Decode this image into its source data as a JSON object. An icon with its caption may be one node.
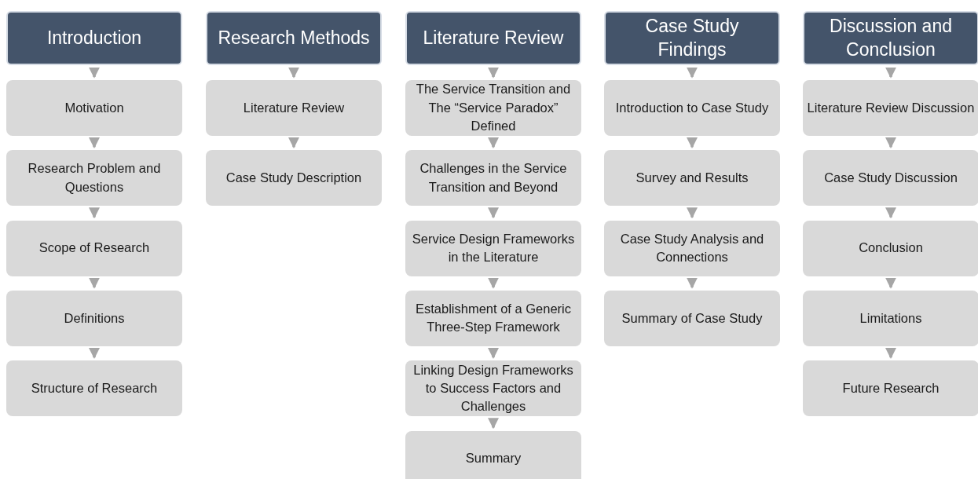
{
  "diagram": {
    "nodes": [
      {
        "text": [
          "Introduction"
        ]
      },
      {
        "text": [
          "Motivation"
        ]
      },
      {
        "text": [
          "Research Problem and Questions"
        ]
      },
      {
        "text": [
          "Scope of Research"
        ]
      },
      {
        "text": [
          "Definitions"
        ]
      },
      {
        "text": [
          "Structure of Research"
        ]
      },
      {
        "text": [
          "Research Methods"
        ]
      },
      {
        "text": [
          "Literature Review"
        ]
      },
      {
        "text": [
          "Case Study Description"
        ]
      },
      {
        "text": [
          "Literature Review"
        ]
      },
      {
        "text": [
          "The Service Transition and The “Service Paradox” Defined"
        ]
      },
      {
        "text": [
          "Challenges in the Service Transition and Beyond"
        ]
      },
      {
        "text": [
          "Service Design Frameworks in the Literature"
        ]
      },
      {
        "text": [
          "Establishment of a Generic Three-Step Framework"
        ]
      },
      {
        "text": [
          "Linking Design Frameworks to Success Factors and Challenges"
        ]
      },
      {
        "text": [
          "Summary"
        ]
      },
      {
        "text": [
          "Case Study Findings"
        ]
      },
      {
        "text": [
          "Introduction to Case Study"
        ]
      },
      {
        "text": [
          "Survey and Results"
        ]
      },
      {
        "text": [
          "Case Study Analysis and Connections"
        ]
      },
      {
        "text": [
          "Summary of Case Study"
        ]
      },
      {
        "text": [
          "Discussion and Conclusion"
        ]
      },
      {
        "text": [
          "Literature Review Discussion"
        ]
      },
      {
        "text": [
          "Case Study Discussion"
        ]
      },
      {
        "text": [
          "Conclusion"
        ]
      },
      {
        "text": [
          "Limitations"
        ]
      },
      {
        "text": [
          "Future Research"
        ]
      }
    ],
    "edges": [
      {
        "from": 0,
        "to": 1,
        "arrow": "to"
      },
      {
        "from": 1,
        "to": 2,
        "arrow": "to"
      },
      {
        "from": 2,
        "to": 3,
        "arrow": "to"
      },
      {
        "from": 3,
        "to": 4,
        "arrow": "to"
      },
      {
        "from": 4,
        "to": 5,
        "arrow": "to"
      },
      {
        "from": 6,
        "to": 7,
        "arrow": "to"
      },
      {
        "from": 7,
        "to": 8,
        "arrow": "to"
      },
      {
        "from": 9,
        "to": 10,
        "arrow": "to"
      },
      {
        "from": 10,
        "to": 11,
        "arrow": "to"
      },
      {
        "from": 11,
        "to": 12,
        "arrow": "to"
      },
      {
        "from": 12,
        "to": 13,
        "arrow": "to"
      },
      {
        "from": 13,
        "to": 14,
        "arrow": "to"
      },
      {
        "from": 14,
        "to": 15,
        "arrow": "to"
      },
      {
        "from": 16,
        "to": 17,
        "arrow": "to"
      },
      {
        "from": 17,
        "to": 18,
        "arrow": "to"
      },
      {
        "from": 18,
        "to": 19,
        "arrow": "to"
      },
      {
        "from": 19,
        "to": 20,
        "arrow": "to"
      },
      {
        "from": 21,
        "to": 22,
        "arrow": "to"
      },
      {
        "from": 22,
        "to": 23,
        "arrow": "to"
      },
      {
        "from": 23,
        "to": 24,
        "arrow": "to"
      },
      {
        "from": 24,
        "to": 25,
        "arrow": "to"
      },
      {
        "from": 25,
        "to": 26,
        "arrow": "to"
      }
    ]
  }
}
